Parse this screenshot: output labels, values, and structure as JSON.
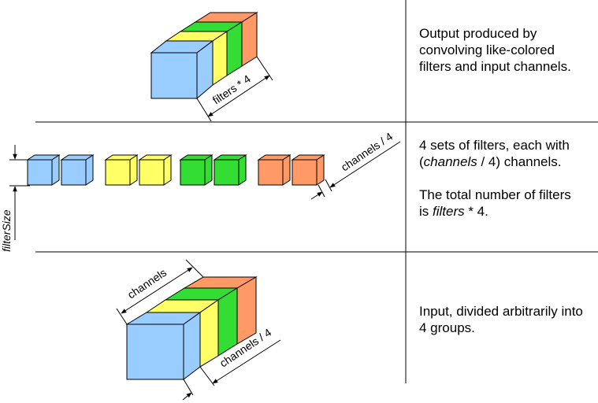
{
  "colors": {
    "blue": "#99ccff",
    "yellow": "#ffff66",
    "green": "#33dd33",
    "orange": "#ff9966",
    "line": "#000000"
  },
  "labels": {
    "output_dim": "filters * 4",
    "filter_dim": "channels / 4",
    "filter_size": "filterSize",
    "input_channels": "channels",
    "input_group": "channels / 4"
  },
  "descriptions": {
    "top": "Output produced by convolving like-colored filters and input channels.",
    "middle_line1_pre": "4 sets of filters, each with (",
    "middle_line1_em": "channels",
    "middle_line1_post": " / 4) channels.",
    "middle_line2_pre": "The total number of filters is ",
    "middle_line2_em": "filters",
    "middle_line2_post": " * 4.",
    "bottom": "Input, divided arbitrarily into 4 groups."
  }
}
